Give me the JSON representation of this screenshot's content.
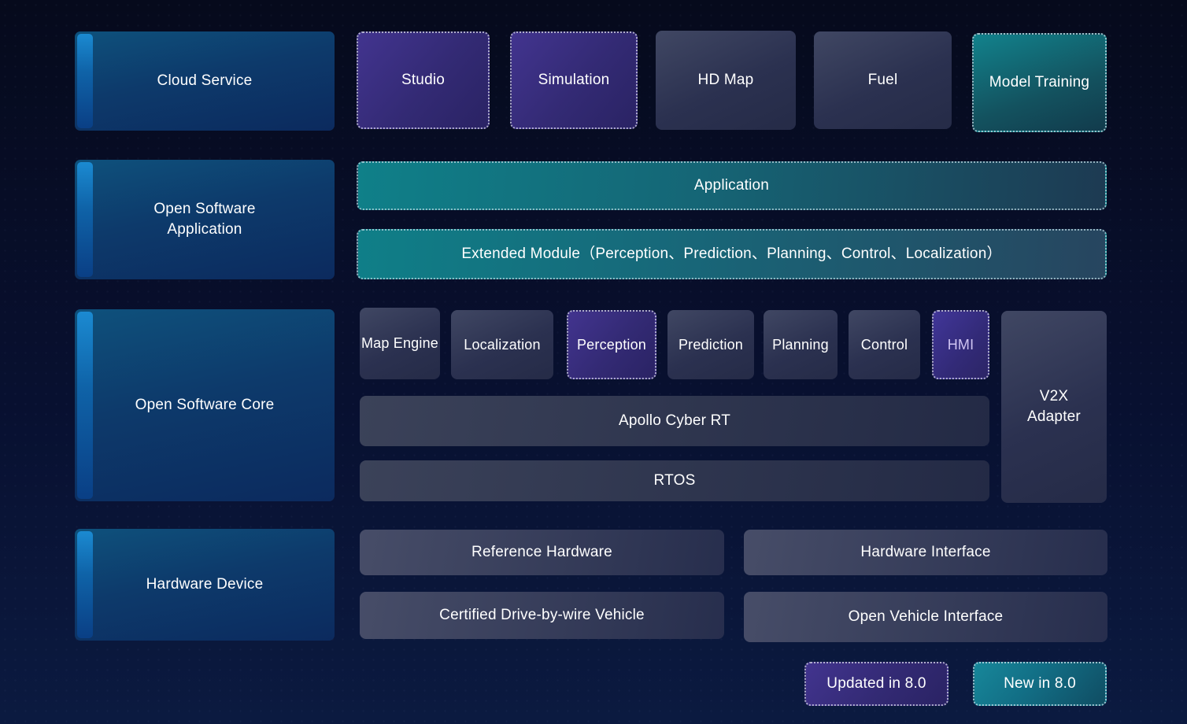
{
  "cloud": {
    "side": "Cloud Service",
    "items": [
      "Studio",
      "Simulation",
      "HD Map",
      "Fuel",
      "Model Training"
    ]
  },
  "software_application": {
    "side": "Open Software Application",
    "application_bar": "Application",
    "extended_bar": "Extended Module（Perception、Prediction、Planning、Control、Localization）"
  },
  "software_core": {
    "side": "Open Software Core",
    "modules": [
      "Map Engine",
      "Localization",
      "Perception",
      "Prediction",
      "Planning",
      "Control",
      "HMI"
    ],
    "v2x_adapter": "V2X Adapter",
    "cyber_rt": "Apollo Cyber RT",
    "rtos": "RTOS"
  },
  "hardware": {
    "side": "Hardware Device",
    "reference_hardware": "Reference Hardware",
    "hardware_interface": "Hardware Interface",
    "certified_vehicle": "Certified Drive-by-wire Vehicle",
    "open_vehicle_interface": "Open Vehicle Interface"
  },
  "legend": {
    "updated": "Updated in 8.0",
    "new": "New in 8.0"
  },
  "colors": {
    "background_top": "#060a1c",
    "background_bottom": "#0b1a40",
    "blue_box_top": "#0e517c",
    "blue_box_bottom": "#0c2a5e",
    "accent_stripe": "#1b8ad1",
    "purple_highlight": "#42348f",
    "teal_highlight": "#12828c",
    "slate_box": "#404763",
    "hmi_text": "#cfc4f2",
    "text": "#ffffff"
  }
}
